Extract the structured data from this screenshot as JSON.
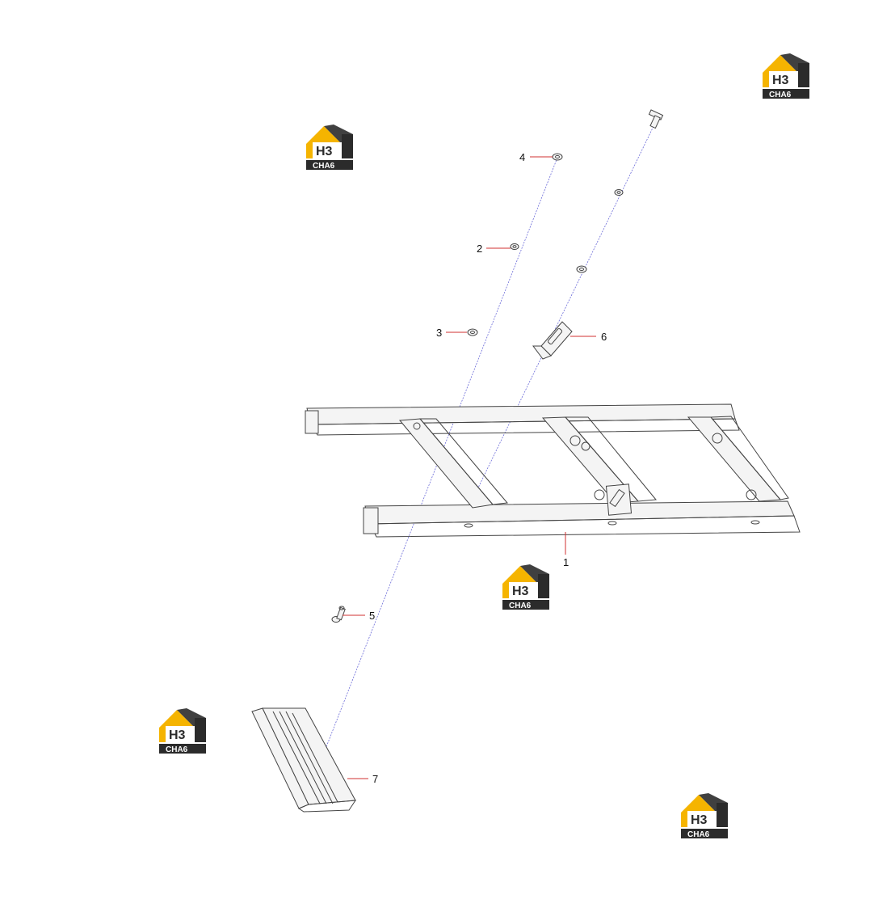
{
  "diagram": {
    "callouts": [
      {
        "id": "callout-1",
        "label": "1"
      },
      {
        "id": "callout-2",
        "label": "2"
      },
      {
        "id": "callout-3",
        "label": "3"
      },
      {
        "id": "callout-4",
        "label": "4"
      },
      {
        "id": "callout-5",
        "label": "5"
      },
      {
        "id": "callout-6",
        "label": "6"
      },
      {
        "id": "callout-7",
        "label": "7"
      }
    ],
    "colors": {
      "leader": "#d03030",
      "axis": "#6a6ad8",
      "outline": "#444444",
      "logo_yellow": "#f5b400",
      "logo_dark": "#2b2b2b"
    }
  },
  "watermark": {
    "top_mark": "H3",
    "bottom_mark": "CHA6"
  }
}
